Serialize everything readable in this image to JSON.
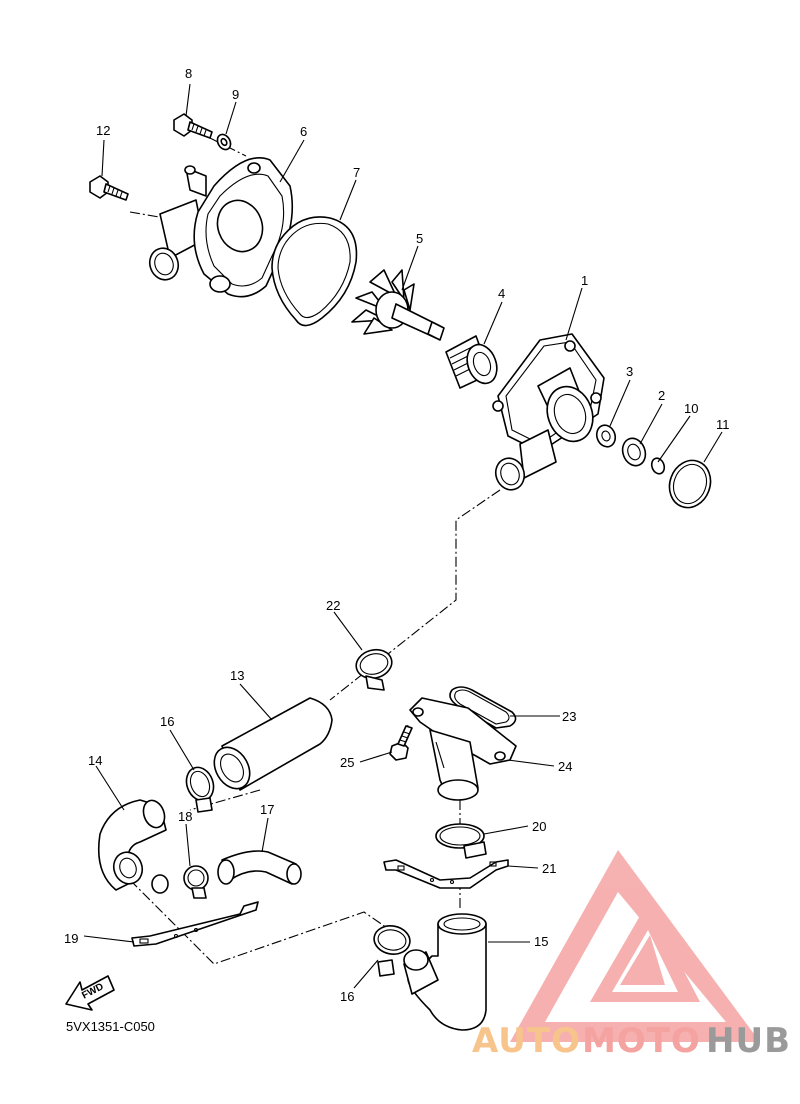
{
  "diagram": {
    "code": "5VX1351-C050",
    "fwd_label": "FWD",
    "callouts": [
      {
        "id": "c1",
        "label": "1"
      },
      {
        "id": "c2",
        "label": "2"
      },
      {
        "id": "c3",
        "label": "3"
      },
      {
        "id": "c4",
        "label": "4"
      },
      {
        "id": "c5",
        "label": "5"
      },
      {
        "id": "c6",
        "label": "6"
      },
      {
        "id": "c7",
        "label": "7"
      },
      {
        "id": "c8",
        "label": "8"
      },
      {
        "id": "c9",
        "label": "9"
      },
      {
        "id": "c10",
        "label": "10"
      },
      {
        "id": "c11",
        "label": "11"
      },
      {
        "id": "c12",
        "label": "12"
      },
      {
        "id": "c13",
        "label": "13"
      },
      {
        "id": "c14",
        "label": "14"
      },
      {
        "id": "c15",
        "label": "15"
      },
      {
        "id": "c16a",
        "label": "16"
      },
      {
        "id": "c16b",
        "label": "16"
      },
      {
        "id": "c17",
        "label": "17"
      },
      {
        "id": "c18",
        "label": "18"
      },
      {
        "id": "c19",
        "label": "19"
      },
      {
        "id": "c20",
        "label": "20"
      },
      {
        "id": "c21",
        "label": "21"
      },
      {
        "id": "c22",
        "label": "22"
      },
      {
        "id": "c23",
        "label": "23"
      },
      {
        "id": "c24",
        "label": "24"
      },
      {
        "id": "c25",
        "label": "25"
      }
    ]
  },
  "watermark": {
    "part1": "AUTO",
    "part2": "MOTO",
    "part3": "HUB",
    "color_light": "#f7c48c",
    "color_mid": "#f4a3a0",
    "color_dark": "#9a9a9a",
    "logo_color": "#f5a3a3",
    "logo_icon": "triangle-logo-icon"
  }
}
